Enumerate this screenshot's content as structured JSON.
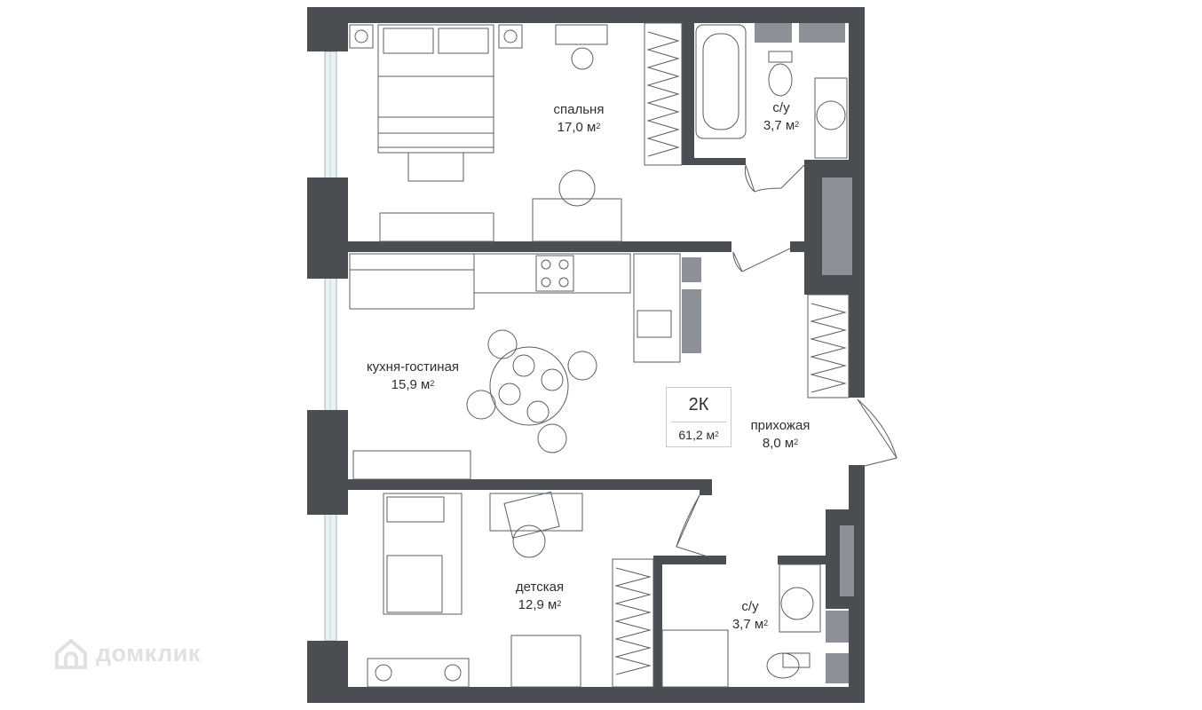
{
  "plan": {
    "apartment_type": "2К",
    "total_area": "61,2 м",
    "area_unit_sup": "2",
    "rooms": [
      {
        "name": "спальня",
        "area": "17,0 м"
      },
      {
        "name": "с/у",
        "area": "3,7 м"
      },
      {
        "name": "кухня-гостиная",
        "area": "15,9 м"
      },
      {
        "name": "прихожая",
        "area": "8,0 м"
      },
      {
        "name": "детская",
        "area": "12,9 м"
      },
      {
        "name": "с/у",
        "area": "3,7 м"
      }
    ]
  },
  "watermark": {
    "text": "домклик",
    "icon": "house-logo-icon"
  },
  "colors": {
    "wall": "#4a4d52",
    "window": "#e6f1f4",
    "furniture_stroke": "#5a5d62",
    "glass_panel": "#8d9096",
    "label": "#2d2f33"
  }
}
